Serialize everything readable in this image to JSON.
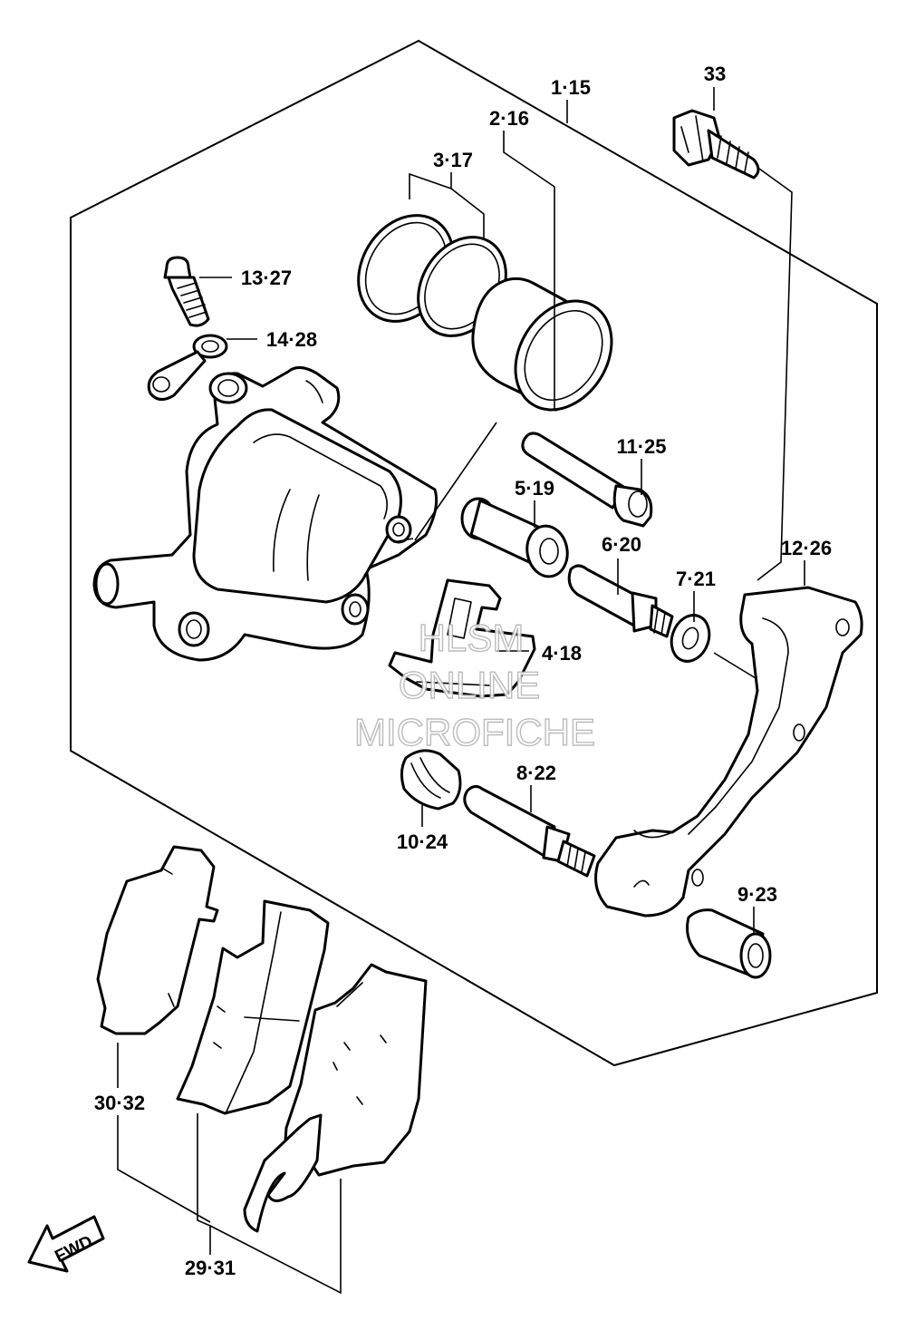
{
  "callouts": {
    "c1": "1·15",
    "c2": "2·16",
    "c3": "3·17",
    "c33": "33",
    "c13": "13·27",
    "c14": "14·28",
    "c11": "11·25",
    "c5": "5·19",
    "c6": "6·20",
    "c7": "7·21",
    "c12": "12·26",
    "c4": "4·18",
    "c8": "8·22",
    "c10": "10·24",
    "c9": "9·23",
    "c30": "30·32",
    "c29": "29·31"
  },
  "watermark": {
    "line1": "HLSM",
    "line2": "ONLINE",
    "line3": "MICROFICHE"
  },
  "fwd_label": "FWD"
}
